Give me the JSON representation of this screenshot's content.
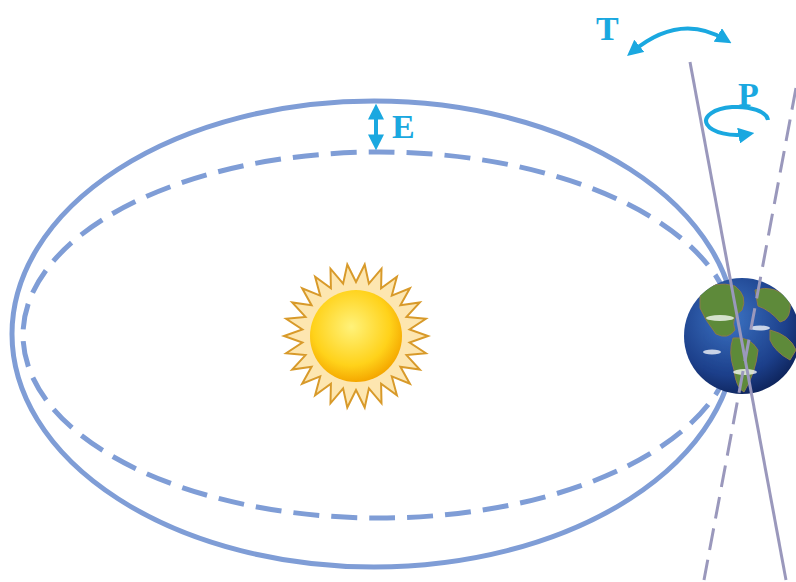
{
  "diagram": {
    "labels": [
      "T",
      "P",
      "E"
    ]
  }
}
